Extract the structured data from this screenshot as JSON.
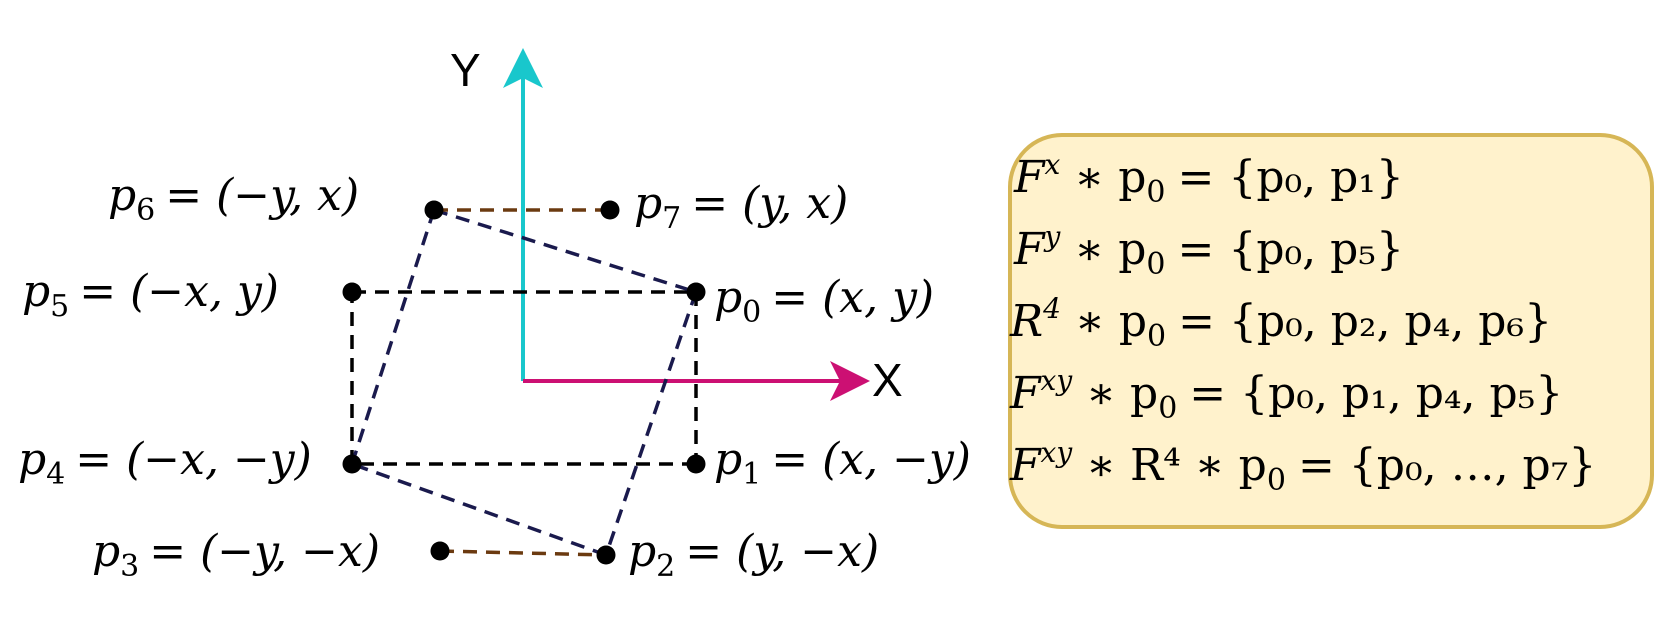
{
  "axes": {
    "x_label": "X",
    "y_label": "Y",
    "colors": {
      "x_axis": "#cc1073",
      "y_axis": "#19c7cc"
    }
  },
  "points": [
    {
      "id": "p0",
      "name": "p",
      "index": "0",
      "coords": "= (x, y)"
    },
    {
      "id": "p1",
      "name": "p",
      "index": "1",
      "coords": "= (x, −y)"
    },
    {
      "id": "p2",
      "name": "p",
      "index": "2",
      "coords": "= (y, −x)"
    },
    {
      "id": "p3",
      "name": "p",
      "index": "3",
      "coords": "= (−y, −x)"
    },
    {
      "id": "p4",
      "name": "p",
      "index": "4",
      "coords": "= (−x, −y)"
    },
    {
      "id": "p5",
      "name": "p",
      "index": "5",
      "coords": "= (−x, y)"
    },
    {
      "id": "p6",
      "name": "p",
      "index": "6",
      "coords": "= (−y, x)"
    },
    {
      "id": "p7",
      "name": "p",
      "index": "7",
      "coords": "= (y, x)"
    }
  ],
  "connector_colors": {
    "axis_aligned_rect": "#000000",
    "rotated_rect": "#1a1a4d",
    "swap_links": "#6b3a10"
  },
  "equations_box": {
    "fill": "#fff2cc",
    "stroke": "#d6b656",
    "lines": [
      {
        "op": "F",
        "sup": "x",
        "rest": "∗ p",
        "sub": "0",
        "rhs": "= {p₀, p₁}"
      },
      {
        "op": "F",
        "sup": "y",
        "rest": "∗ p",
        "sub": "0",
        "rhs": "= {p₀, p₅}"
      },
      {
        "op": "R",
        "sup": "4",
        "rest": "∗ p",
        "sub": "0",
        "rhs": "= {p₀, p₂, p₄, p₆}"
      },
      {
        "op": "F",
        "sup": "xy",
        "rest": "∗ p",
        "sub": "0",
        "rhs": "= {p₀, p₁, p₄, p₅}"
      },
      {
        "op": "F",
        "sup": "xy",
        "rest": "∗ R⁴ ∗ p",
        "sub": "0",
        "rhs": "= {p₀, …, p₇}"
      }
    ]
  }
}
